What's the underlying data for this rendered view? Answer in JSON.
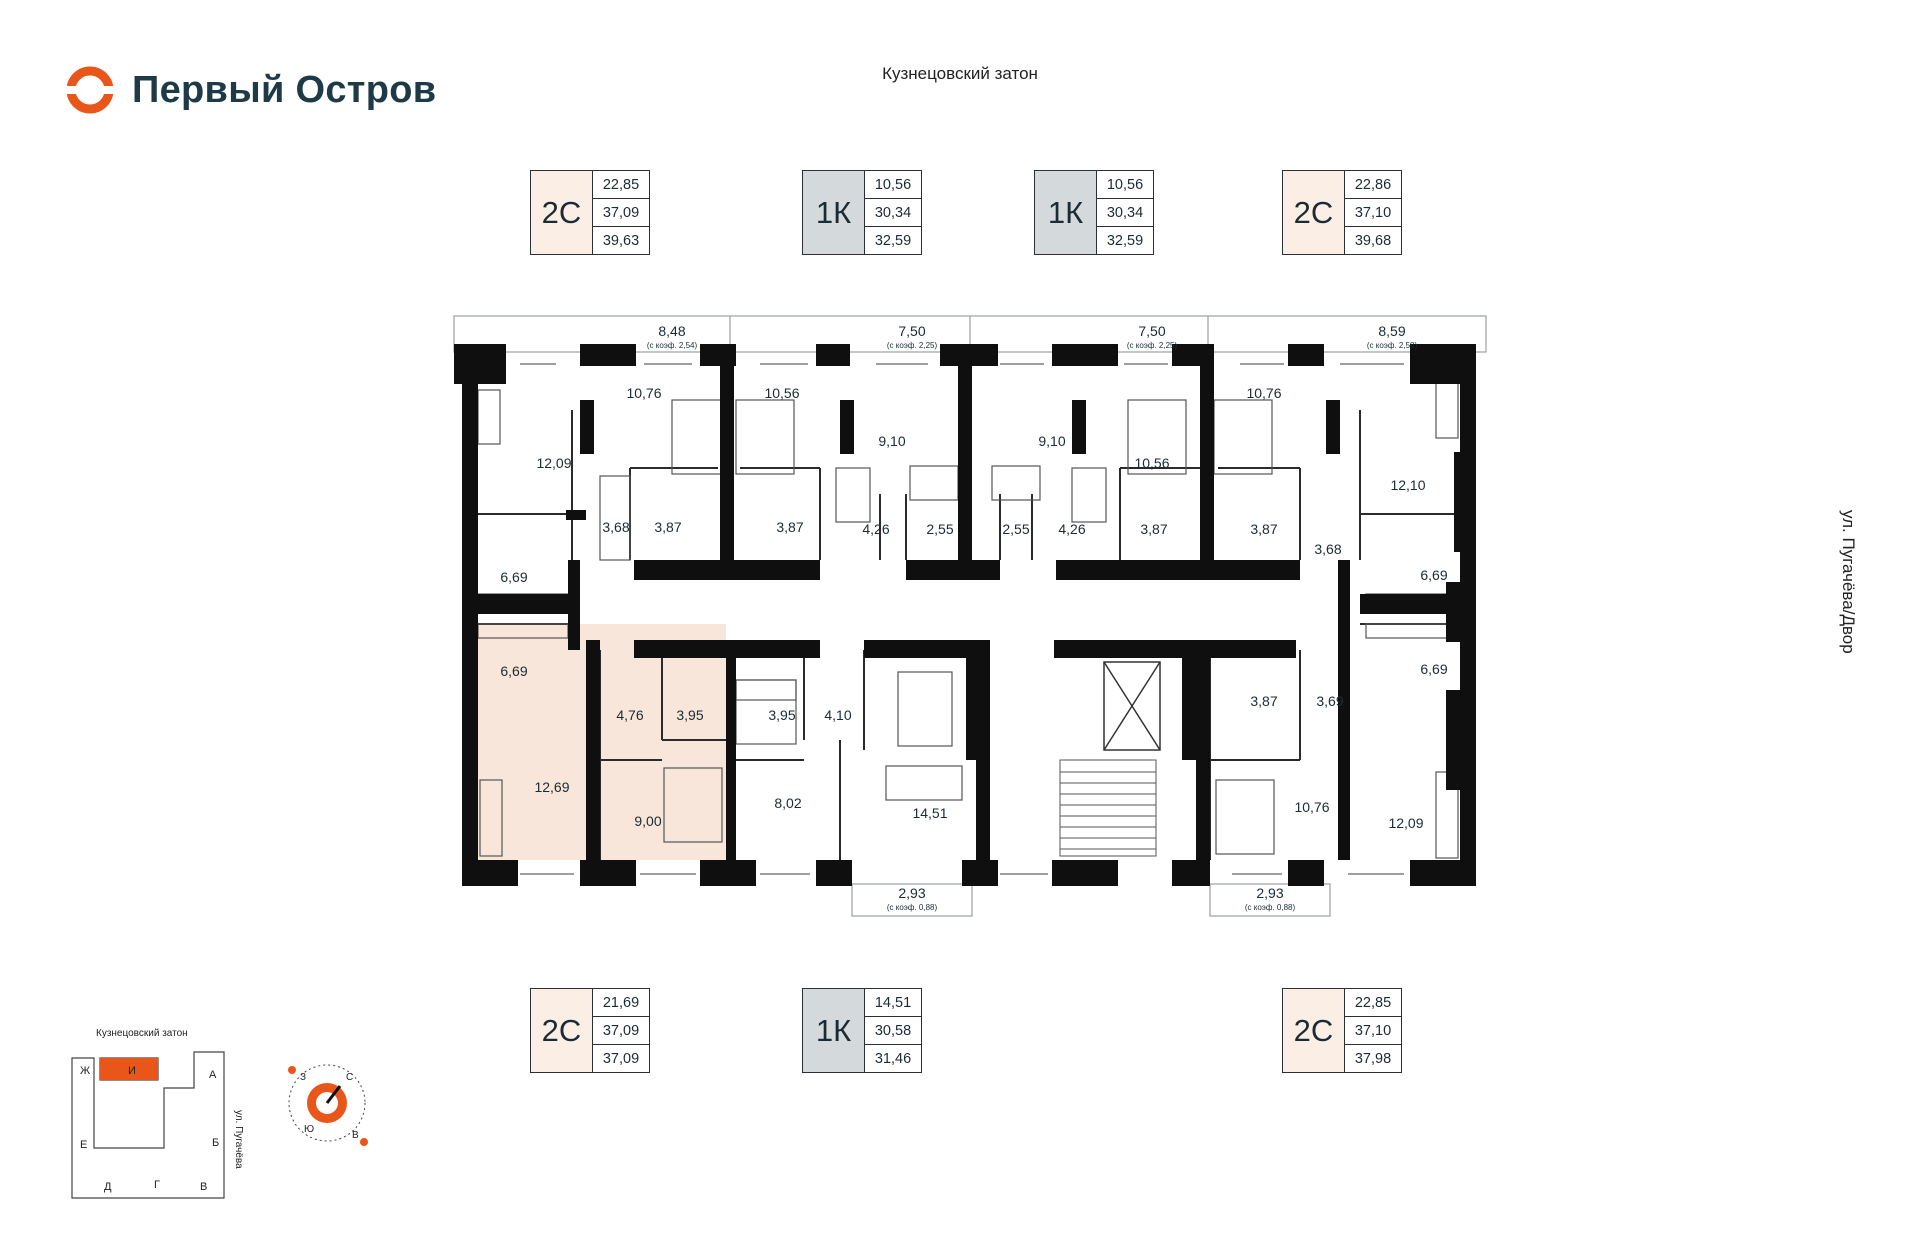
{
  "brand": {
    "name": "Первый Остров",
    "accent": "#e8561a",
    "dark": "#1e3a47"
  },
  "streets": {
    "top": "Кузнецовский затон",
    "right": "ул. Пугачёва/Двор"
  },
  "colors": {
    "studio": "#fbeee5",
    "one_room": "#d4dadc",
    "wall": "#0f0f0f",
    "highlight": "#f8e6da"
  },
  "units_top": [
    {
      "type": "2С",
      "areas": [
        "22,85",
        "37,09",
        "39,63"
      ],
      "tint": "studio"
    },
    {
      "type": "1К",
      "areas": [
        "10,56",
        "30,34",
        "32,59"
      ],
      "tint": "one_room"
    },
    {
      "type": "1К",
      "areas": [
        "10,56",
        "30,34",
        "32,59"
      ],
      "tint": "one_room"
    },
    {
      "type": "2С",
      "areas": [
        "22,86",
        "37,10",
        "39,68"
      ],
      "tint": "studio"
    }
  ],
  "units_bottom": [
    {
      "type": "2С",
      "areas": [
        "21,69",
        "37,09",
        "37,09"
      ],
      "tint": "studio"
    },
    {
      "type": "1К",
      "areas": [
        "14,51",
        "30,58",
        "31,46"
      ],
      "tint": "one_room"
    },
    {
      "type": "2С",
      "areas": [
        "22,85",
        "37,10",
        "37,98"
      ],
      "tint": "studio"
    }
  ],
  "balconies_top": [
    {
      "area": "8,48",
      "note": "(с коэф. 2,54)"
    },
    {
      "area": "7,50",
      "note": "(с коэф. 2,25)"
    },
    {
      "area": "7,50",
      "note": "(с коэф. 2,25)"
    },
    {
      "area": "8,59",
      "note": "(с коэф. 2,58)"
    }
  ],
  "balconies_bottom": [
    {
      "area": "2,93",
      "note": "(с коэф. 0,88)"
    },
    {
      "area": "2,93",
      "note": "(с коэф. 0,88)"
    }
  ],
  "rooms": [
    "12,09",
    "10,76",
    "3,68",
    "3,87",
    "6,69",
    "10,56",
    "9,10",
    "3,87",
    "4,26",
    "2,55",
    "2,55",
    "9,10",
    "4,26",
    "10,56",
    "3,87",
    "10,76",
    "3,87",
    "3,68",
    "12,10",
    "6,69",
    "6,69",
    "12,69",
    "4,76",
    "3,95",
    "9,00",
    "3,95",
    "4,10",
    "8,02",
    "14,51",
    "3,87",
    "3,69",
    "6,69",
    "10,76",
    "12,09"
  ],
  "site_key": {
    "title": "Кузнецовский затон",
    "street": "ул. Пугачёва",
    "selected": "И",
    "sections": [
      "Ж",
      "И",
      "А",
      "Е",
      "Б",
      "Д",
      "Г",
      "В"
    ]
  },
  "compass": {
    "north": "С",
    "south": "Ю",
    "east": "В",
    "west": "З"
  }
}
